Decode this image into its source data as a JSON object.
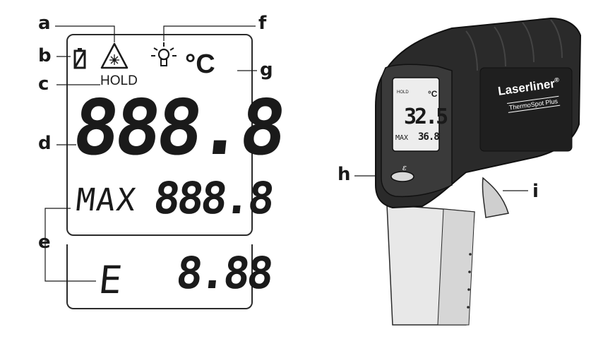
{
  "callouts": {
    "a": "a",
    "b": "b",
    "c": "c",
    "d": "d",
    "e": "e",
    "f": "f",
    "g": "g",
    "h": "h",
    "i": "i"
  },
  "lcd": {
    "hold": "HOLD",
    "unit": "°C",
    "main_value": "888.8",
    "max_label": "MAX",
    "max_value": "888.8",
    "emissivity_label": "E",
    "emissivity_value": "8.88"
  },
  "device": {
    "brand": "Laserliner",
    "brand_mark": "®",
    "model": "ThermoSpot Plus",
    "epsilon_symbol": "ε",
    "mini_display": {
      "hold": "HOLD",
      "unit": "°C",
      "main_value": "32.5",
      "max_label": "MAX",
      "max_value": "36.8"
    }
  },
  "icons": [
    "battery-icon",
    "laser-warning-icon",
    "backlight-icon"
  ],
  "colors": {
    "outline": "#1a1a1a",
    "device_body": "#2a2a2a",
    "handle": "#e6e6e6",
    "trigger": "#cfcfcf"
  }
}
